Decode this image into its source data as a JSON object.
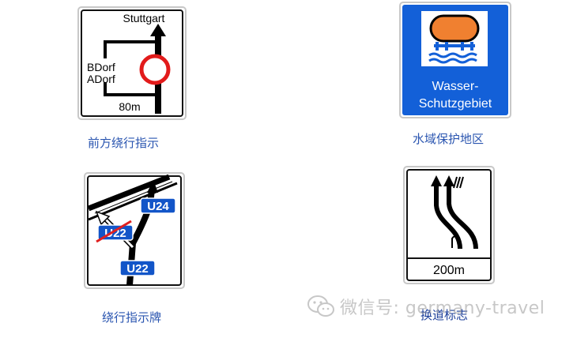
{
  "signs": [
    {
      "caption": "前方绕行指示",
      "labels": {
        "destination": "Stuttgart",
        "village_b": "BDorf",
        "village_a": "ADorf",
        "distance": "80m"
      }
    },
    {
      "caption": "水域保护地区",
      "labels": {
        "line1": "Wasser-",
        "line2": "Schutzgebiet"
      },
      "colors": {
        "field": "#1360d8",
        "tank": "#f08030",
        "water": "#1360d8"
      }
    },
    {
      "caption": "绕行指示牌",
      "labels": {
        "route_new": "U24",
        "route_closed": "U22",
        "route_origin": "U22"
      },
      "colors": {
        "route_plate": "#1255c8",
        "cross": "#e02020"
      }
    },
    {
      "caption": "换道标志",
      "labels": {
        "distance": "200m"
      }
    }
  ],
  "watermark": {
    "text": "微信号: germany-travel",
    "icon": "wechat-icon"
  }
}
